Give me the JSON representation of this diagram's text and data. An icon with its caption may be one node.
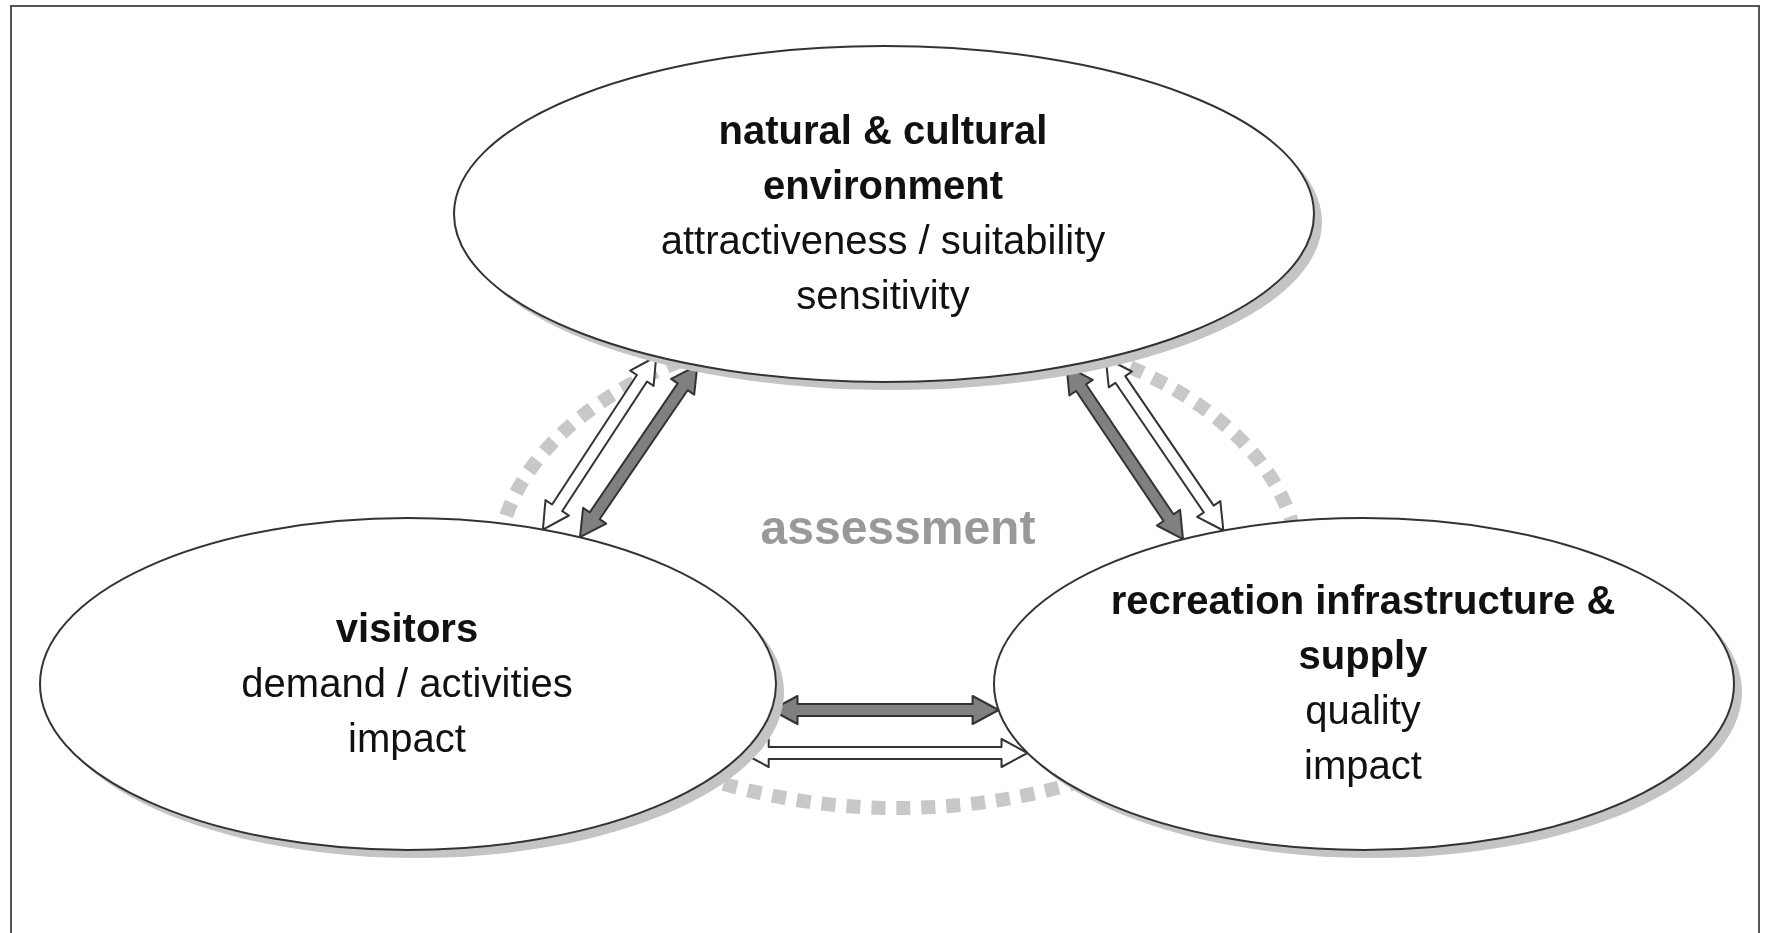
{
  "diagram": {
    "nodes": [
      {
        "text": [
          "natural & cultural environment",
          "attractiveness / suitability",
          "sensitivity"
        ]
      },
      {
        "text": [
          "visitors",
          "demand / activities",
          "impact"
        ]
      },
      {
        "text": [
          "recreation infrastructure & supply",
          "quality",
          "impact"
        ]
      }
    ],
    "edges": [
      {
        "from": 0,
        "to": 1,
        "arrow": "both",
        "color": "#ffffff"
      },
      {
        "from": 0,
        "to": 1,
        "arrow": "both",
        "color": "#808080"
      },
      {
        "from": 0,
        "to": 2,
        "arrow": "both",
        "color": "#808080"
      },
      {
        "from": 0,
        "to": 2,
        "arrow": "both",
        "color": "#ffffff"
      },
      {
        "from": 1,
        "to": 2,
        "arrow": "both",
        "color": "#808080"
      },
      {
        "from": 1,
        "to": 2,
        "arrow": "both",
        "color": "#ffffff"
      }
    ],
    "labels": [
      "assessment"
    ]
  }
}
